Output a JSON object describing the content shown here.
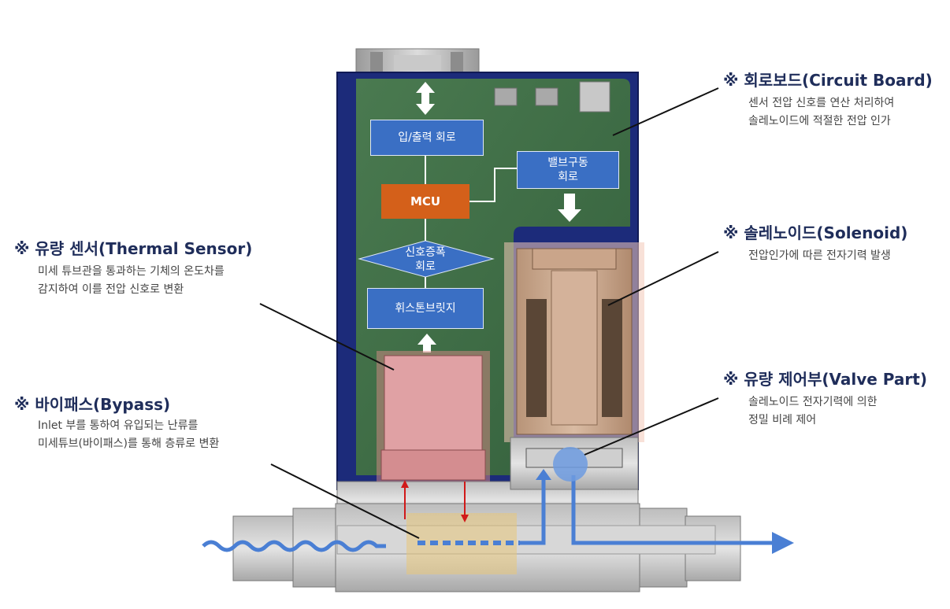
{
  "diagram": {
    "blocks": {
      "io_circuit": "입/출력 회로",
      "mcu": "MCU",
      "valve_drive": [
        "밸브구동",
        "회로"
      ],
      "signal_amp": [
        "신호증폭",
        "회로"
      ],
      "wheatstone": "휘스톤브릿지"
    },
    "callouts": {
      "circuit_board": {
        "title": "※ 회로보드(Circuit Board)",
        "lines": [
          "센서 전압 신호를 연산 처리하여",
          "솔레노이드에 적절한 전압 인가"
        ]
      },
      "solenoid": {
        "title": "※ 솔레노이드(Solenoid)",
        "lines": [
          "전압인가에 따른 전자기력 발생"
        ]
      },
      "valve_part": {
        "title": "※ 유량 제어부(Valve Part)",
        "lines": [
          "솔레노이드 전자기력에 의한",
          "정밀 비례 제어"
        ]
      },
      "thermal_sensor": {
        "title": "※ 유량 센서(Thermal Sensor)",
        "lines": [
          "미세 튜브관을 통과하는 기체의 온도차를",
          "감지하여 이를 전압 신호로 변환"
        ]
      },
      "bypass": {
        "title": "※ 바이패스(Bypass)",
        "lines": [
          "Inlet 부를 통하여 유입되는 난류를",
          "미세튜브(바이패스)를 통해 층류로 변환"
        ]
      }
    },
    "colors": {
      "block_blue": "#3a6fc4",
      "mcu_orange": "#d4601a",
      "pcb_green": "#3d6b45",
      "flow_blue": "#4a7fd4",
      "title_navy": "#1f2d5a"
    }
  }
}
